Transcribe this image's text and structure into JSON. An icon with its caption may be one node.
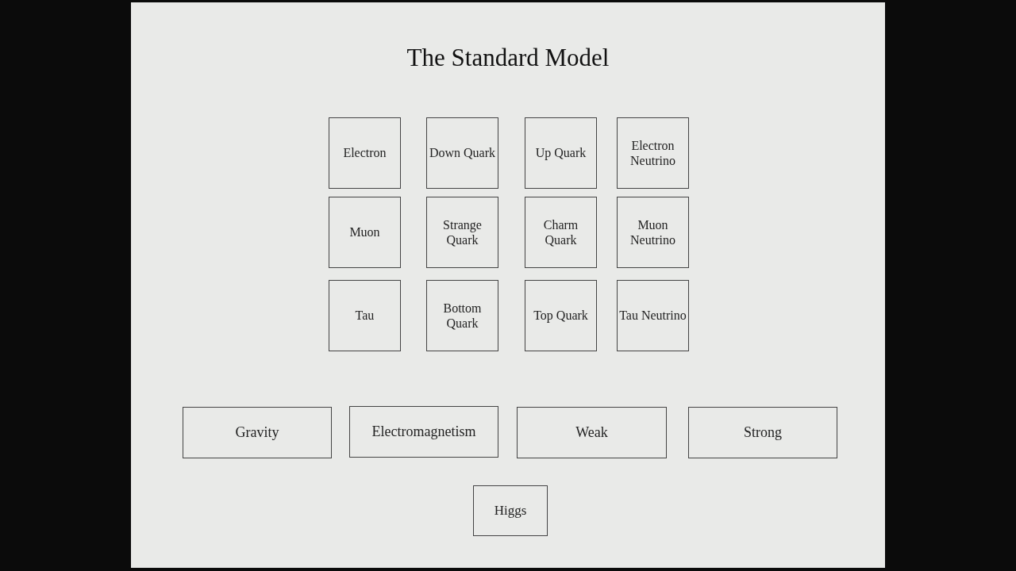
{
  "diagram": {
    "title": "The Standard Model",
    "nodes": [
      {
        "text": [
          "Electron"
        ]
      },
      {
        "text": [
          "Down Quark"
        ]
      },
      {
        "text": [
          "Up Quark"
        ]
      },
      {
        "text": [
          "Electron Neutrino"
        ]
      },
      {
        "text": [
          "Muon"
        ]
      },
      {
        "text": [
          "Strange Quark"
        ]
      },
      {
        "text": [
          "Charm Quark"
        ]
      },
      {
        "text": [
          "Muon Neutrino"
        ]
      },
      {
        "text": [
          "Tau"
        ]
      },
      {
        "text": [
          "Bottom Quark"
        ]
      },
      {
        "text": [
          "Top Quark"
        ]
      },
      {
        "text": [
          "Tau Neutrino"
        ]
      },
      {
        "text": [
          "Gravity"
        ]
      },
      {
        "text": [
          "Electromagnetism"
        ]
      },
      {
        "text": [
          "Weak"
        ]
      },
      {
        "text": [
          "Strong"
        ]
      },
      {
        "text": [
          "Higgs"
        ]
      }
    ],
    "edges": []
  }
}
